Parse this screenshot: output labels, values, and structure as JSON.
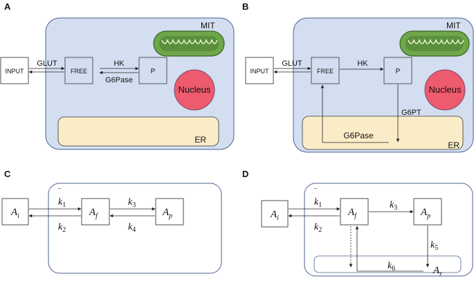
{
  "panels": {
    "a": "A",
    "b": "B",
    "c": "C",
    "d": "D"
  },
  "labels": {
    "input": "INPUT",
    "free": "FREE",
    "p": "P",
    "glut": "GLUT",
    "hk": "HK",
    "g6pase": "G6Pase",
    "g6pt": "G6PT",
    "nucleus": "Nucleus",
    "mit": "MIT",
    "er": "ER"
  },
  "math": {
    "A": "A",
    "k": "k",
    "bar": "‾",
    "sub_i": "i",
    "sub_f": "f",
    "sub_p": "p",
    "sub_r": "r",
    "n1": "1",
    "n2": "2",
    "n3": "3",
    "n4": "4",
    "n5": "5",
    "n6": "6"
  },
  "colors": {
    "cell_fill": "#d3def0",
    "cell_stroke": "#4a6190",
    "er_fill": "#fbecc8",
    "nucleus": "#ee5a6e",
    "mito_fill": "#6ea64a",
    "mito_stroke": "#3a6326"
  }
}
